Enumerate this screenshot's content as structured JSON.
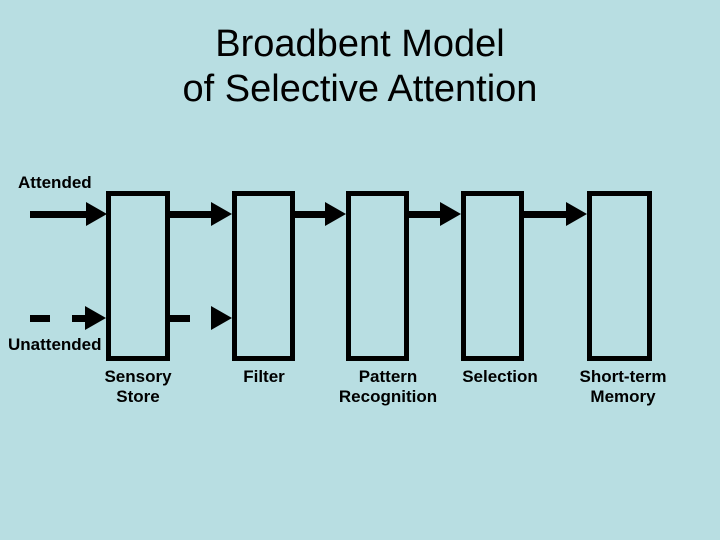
{
  "colors": {
    "background": "#b8dee2",
    "foreground": "#000000"
  },
  "title": {
    "line1": "Broadbent Model",
    "line2": "of Selective Attention"
  },
  "diagram": {
    "attended_label": "Attended",
    "unattended_label": "Unattended",
    "stages": [
      {
        "name": "sensory-store",
        "label_line1": "Sensory",
        "label_line2": "Store"
      },
      {
        "name": "filter",
        "label_line1": "Filter",
        "label_line2": ""
      },
      {
        "name": "pattern-recognition",
        "label_line1": "Pattern",
        "label_line2": "Recognition"
      },
      {
        "name": "selection",
        "label_line1": "Selection",
        "label_line2": ""
      },
      {
        "name": "short-term-memory",
        "label_line1": "Short-term",
        "label_line2": "Memory"
      }
    ],
    "connections": [
      {
        "from": "attended-input",
        "to": "sensory-store",
        "style": "solid"
      },
      {
        "from": "unattended-input",
        "to": "sensory-store",
        "style": "dashed"
      },
      {
        "from": "sensory-store",
        "to": "filter",
        "style": "solid"
      },
      {
        "from": "sensory-store",
        "to": "filter",
        "style": "dashed"
      },
      {
        "from": "filter",
        "to": "pattern-recognition",
        "style": "solid"
      },
      {
        "from": "pattern-recognition",
        "to": "selection",
        "style": "solid"
      },
      {
        "from": "selection",
        "to": "short-term-memory",
        "style": "solid"
      }
    ]
  }
}
